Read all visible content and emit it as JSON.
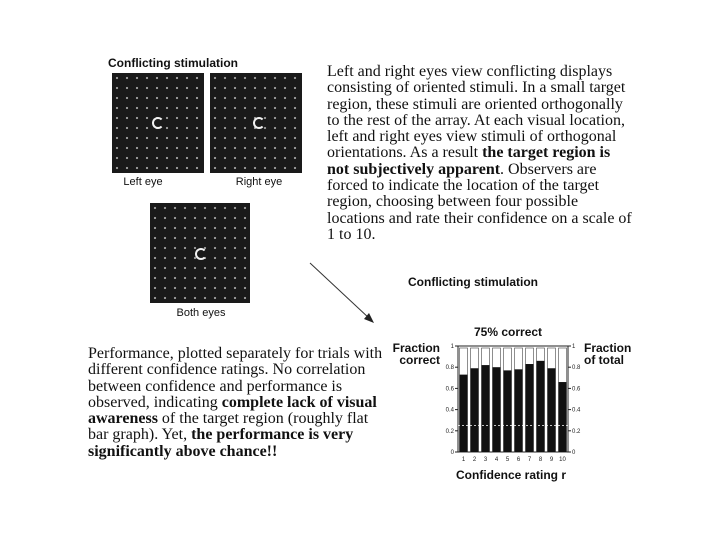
{
  "stimuli": {
    "heading": "Conflicting stimulation",
    "left_caption": "Left eye",
    "right_caption": "Right eye",
    "both_caption": "Both eyes"
  },
  "top_text": {
    "part1": "Left and right eyes view conflicting displays consisting of oriented stimuli. In a small target region, these stimuli are oriented orthogonally to the rest of the array. At each visual location, left and right eyes view stimuli of orthogonal orientations. As a result ",
    "bold": "the target region is not subjectively apparent",
    "part2": ". Observers are forced to indicate the location of the target region, choosing between four possible locations and rate their confidence on a scale of 1 to 10."
  },
  "bottom_text": {
    "part1": "Performance, plotted separately for trials with different confidence ratings. No correlation between confidence and performance is observed, indicating ",
    "bold1": "complete lack of visual awareness",
    "part2": " of the target region (roughly flat bar graph). Yet, ",
    "bold2": "the performance is very significantly above chance!!"
  },
  "chart_data": {
    "type": "bar",
    "title": "Conflicting stimulation",
    "subtitle": "75% correct",
    "xlabel": "Confidence rating r",
    "ylabel_left": "Fraction correct",
    "ylabel_right": "Fraction of total",
    "categories": [
      "1",
      "2",
      "3",
      "4",
      "5",
      "6",
      "7",
      "8",
      "9",
      "10"
    ],
    "series": [
      {
        "values": [
          0.73,
          0.79,
          0.82,
          0.8,
          0.77,
          0.78,
          0.83,
          0.86,
          0.79,
          0.66
        ]
      }
    ],
    "yticks_left": [
      "0",
      "0.2",
      "0.4",
      "0.6",
      "0.8",
      "1"
    ],
    "yticks_right": [
      "0",
      "0.2",
      "0.4",
      "0.6",
      "0.8",
      "1"
    ],
    "ylim": [
      0,
      1
    ],
    "colors": {
      "bar": "#111111",
      "background": "#ffffff"
    }
  }
}
